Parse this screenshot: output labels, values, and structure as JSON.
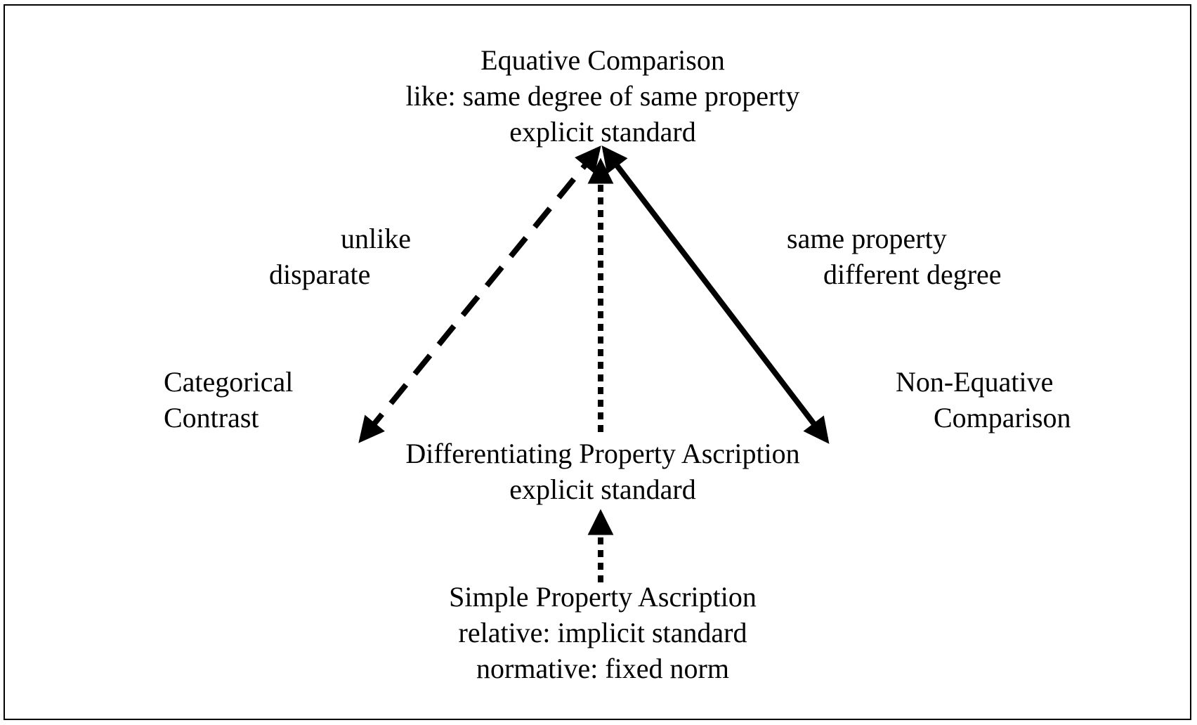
{
  "nodes": {
    "equative": {
      "lines": [
        "Equative Comparison",
        "like: same degree of same property",
        "explicit standard"
      ]
    },
    "differentiating": {
      "lines": [
        "Differentiating Property Ascription",
        "explicit standard"
      ]
    },
    "simple": {
      "lines": [
        "Simple Property Ascription",
        "relative: implicit standard",
        "normative: fixed norm"
      ]
    },
    "categorical": {
      "lines": [
        "Categorical",
        "Contrast"
      ]
    },
    "non_equative": {
      "lines": [
        "Non-Equative",
        "Comparison"
      ]
    }
  },
  "edge_labels": {
    "left": {
      "lines": [
        "unlike",
        "disparate"
      ]
    },
    "right": {
      "lines": [
        "same property",
        "different degree"
      ]
    }
  },
  "edges": [
    {
      "from": "equative",
      "to": "categorical",
      "style": "dashed",
      "heads": "both"
    },
    {
      "from": "differentiating",
      "to": "equative",
      "style": "dotted",
      "heads": "end"
    },
    {
      "from": "equative",
      "to": "non_equative",
      "style": "solid",
      "heads": "both"
    },
    {
      "from": "simple",
      "to": "differentiating",
      "style": "dotted",
      "heads": "end"
    }
  ],
  "colors": {
    "ink": "#000000",
    "background": "#ffffff"
  }
}
